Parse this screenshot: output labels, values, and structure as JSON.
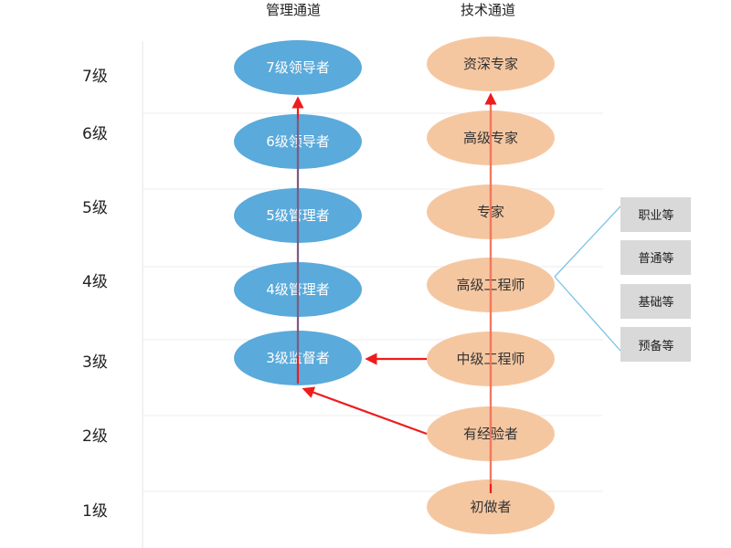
{
  "colors": {
    "management_fill": "#5aaadb",
    "technical_fill": "#f5c7a1",
    "management_line": "#5a6ea0",
    "technical_line": "#f08a6a",
    "arrow": "#ee1c1c",
    "grade_box": "#d9d9d9",
    "connector": "#7ec3e6",
    "gridline": "#e6e6e6"
  },
  "headers": {
    "management": "管理通道",
    "technical": "技术通道"
  },
  "levels": [
    "7级",
    "6级",
    "5级",
    "4级",
    "3级",
    "2级",
    "1级"
  ],
  "management": {
    "nodes": [
      "7级领导者",
      "6级领导者",
      "5级管理者",
      "4级管理者",
      "3级监督者"
    ]
  },
  "technical": {
    "nodes": [
      "资深专家",
      "高级专家",
      "专家",
      "高级工程师",
      "中级工程师",
      "有经验者",
      "初做者"
    ]
  },
  "grades": [
    "职业等",
    "普通等",
    "基础等",
    "预备等"
  ]
}
